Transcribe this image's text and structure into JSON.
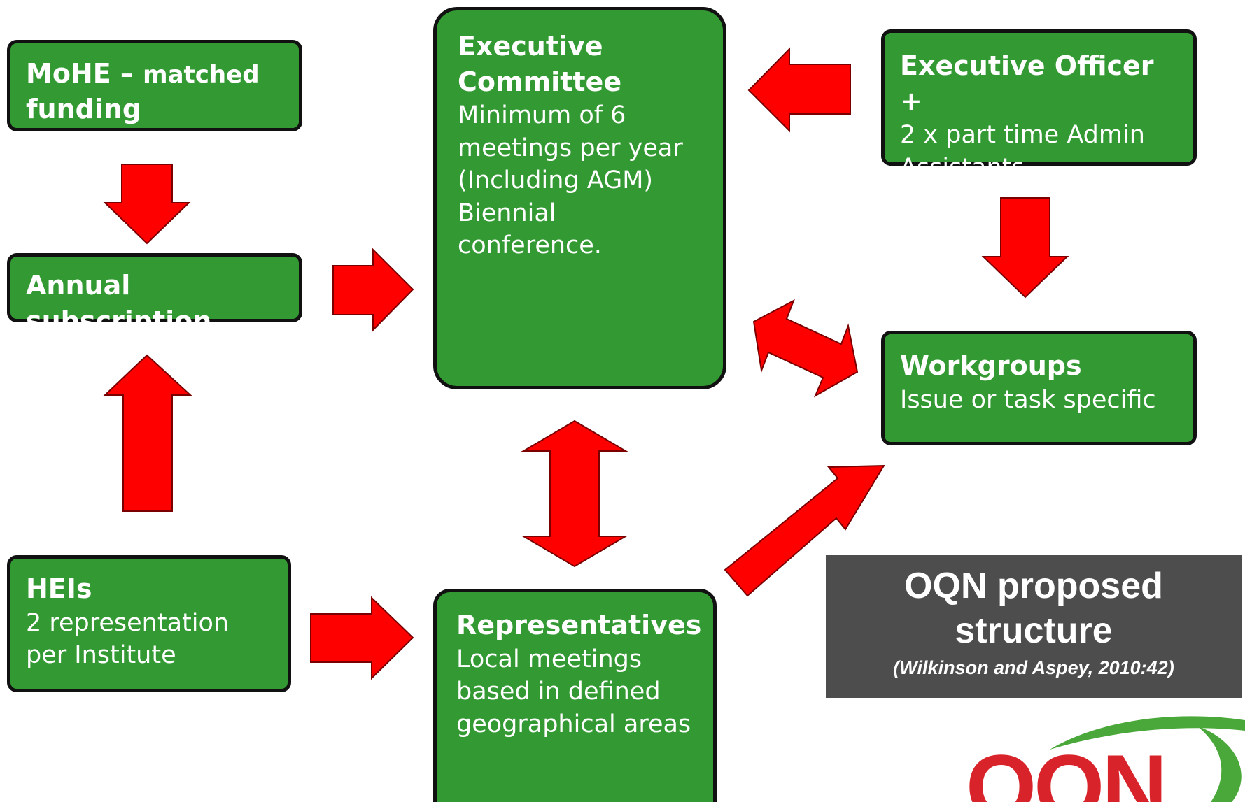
{
  "boxes": {
    "mohe": {
      "title": "MoHE –",
      "title_small": "matched",
      "title2": "funding"
    },
    "annual": {
      "title": "Annual subscription"
    },
    "heis": {
      "title": "HEIs",
      "line1": "2 representation",
      "line2": "per Institute"
    },
    "exec": {
      "title1": "Executive",
      "title2": "Committee",
      "line1": "Minimum of 6",
      "line2": "meetings per year",
      "line3": "(Including AGM)",
      "line4": "Biennial conference."
    },
    "officer": {
      "title": "Executive Officer +",
      "line1": "2 x part time Admin",
      "line2": "Assistants"
    },
    "workgroups": {
      "title": "Workgroups",
      "line1": "Issue or task specific"
    },
    "reps": {
      "title": "Representatives",
      "line1": "Local meetings",
      "line2": "based in defined",
      "line3": "geographical areas"
    }
  },
  "caption": {
    "title": "OQN proposed structure",
    "citation": "(Wilkinson and Aspey, 2010:42)"
  },
  "logo": {
    "text": "OQN"
  },
  "colors": {
    "box_fill": "#339933",
    "arrow": "#ff0000",
    "caption_bg": "#4d4d4d",
    "logo_red": "#d8232a",
    "logo_green": "#4aa83a"
  }
}
